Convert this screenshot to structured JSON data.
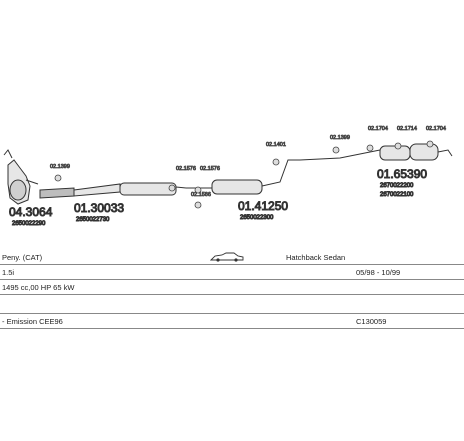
{
  "diagram": {
    "parts": [
      {
        "main": "04.3064",
        "sub": "2650022290"
      },
      {
        "main": "01.30033",
        "sub": "2650022730"
      },
      {
        "main": "01.41250",
        "sub": "2650022300"
      },
      {
        "main": "01.65390",
        "sub": "2670022200",
        "sub2": "2670022100"
      }
    ],
    "callouts": [
      "02.1399",
      "02.1576",
      "02.1576",
      "02.1586",
      "02.1401",
      "02.1399",
      "02.1704",
      "02.1714",
      "02.1704"
    ]
  },
  "info": {
    "model": "Peny. (CAT)",
    "body": "Hatchback Sedan",
    "engine": "1.5i",
    "dates": "05/98 - 10/99",
    "specs": "1495 cc,00 HP 65 kW",
    "emission": "- Emission CEE96",
    "code": "C130059"
  }
}
